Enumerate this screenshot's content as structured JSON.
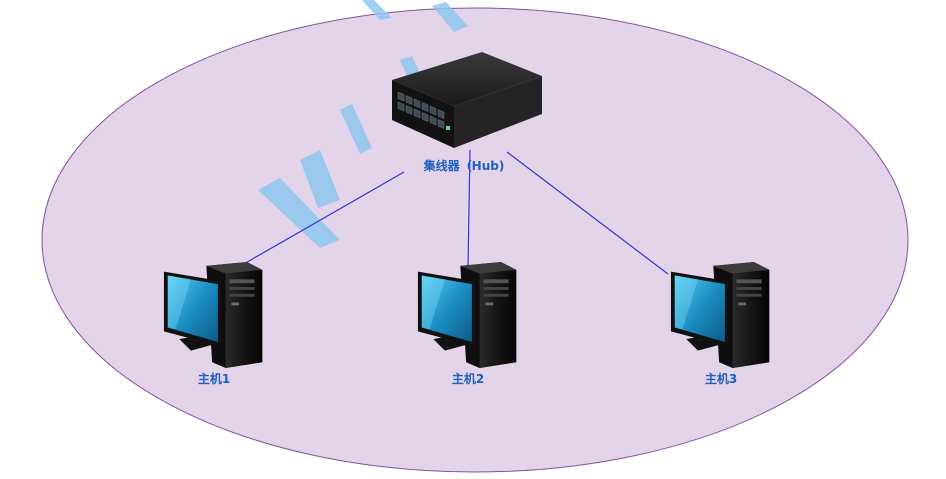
{
  "network": {
    "hub": {
      "label": "集线器（Hub)"
    },
    "hosts": [
      {
        "label": "主机1"
      },
      {
        "label": "主机2"
      },
      {
        "label": "主机3"
      }
    ]
  },
  "colors": {
    "region_fill": "#e3d4ea",
    "region_stroke": "#8a4fa0",
    "link": "#3434d6",
    "label": "#1f5fbf",
    "watermark": "#8fc8ef"
  }
}
